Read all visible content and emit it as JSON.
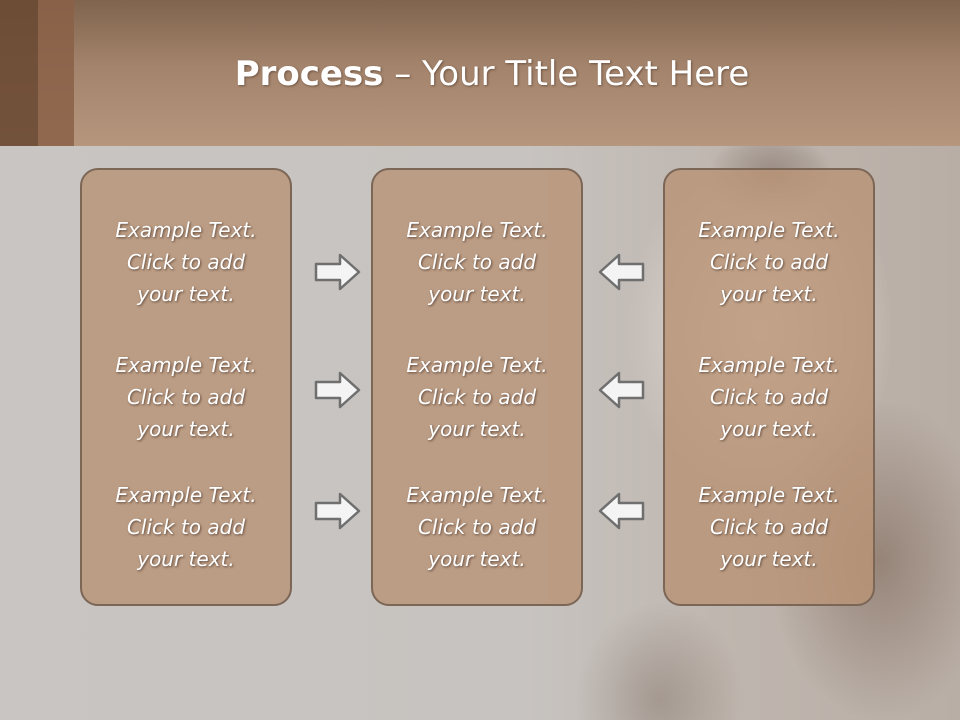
{
  "slide": {
    "title_bold": "Process",
    "title_rest": " – Your Title Text Here"
  },
  "columns": [
    {
      "items": [
        {
          "line1": "Example Text.",
          "line2": "Click  to add",
          "line3": "your text."
        },
        {
          "line1": "Example Text.",
          "line2": "Click  to add",
          "line3": "your text."
        },
        {
          "line1": "Example Text.",
          "line2": "Click  to add",
          "line3": "your text."
        }
      ]
    },
    {
      "items": [
        {
          "line1": "Example Text.",
          "line2": "Click  to add",
          "line3": "your text."
        },
        {
          "line1": "Example Text.",
          "line2": "Click  to add",
          "line3": "your text."
        },
        {
          "line1": "Example Text.",
          "line2": "Click  to add",
          "line3": "your text."
        }
      ]
    },
    {
      "items": [
        {
          "line1": "Example Text.",
          "line2": "Click  to add",
          "line3": "your text."
        },
        {
          "line1": "Example Text.",
          "line2": "Click  to add",
          "line3": "your text."
        },
        {
          "line1": "Example Text.",
          "line2": "Click  to add",
          "line3": "your text."
        }
      ]
    }
  ],
  "arrows": [
    {
      "icon": "right-arrow-icon",
      "direction": "right"
    },
    {
      "icon": "right-arrow-icon",
      "direction": "right"
    },
    {
      "icon": "right-arrow-icon",
      "direction": "right"
    },
    {
      "icon": "left-arrow-icon",
      "direction": "left"
    },
    {
      "icon": "left-arrow-icon",
      "direction": "left"
    },
    {
      "icon": "left-arrow-icon",
      "direction": "left"
    }
  ],
  "colors": {
    "header": "#a3836b",
    "box_fill": "#b89476",
    "box_border": "#7c6656",
    "arrow_fill": "#f4f4f4",
    "arrow_stroke": "#6f6f6f"
  }
}
